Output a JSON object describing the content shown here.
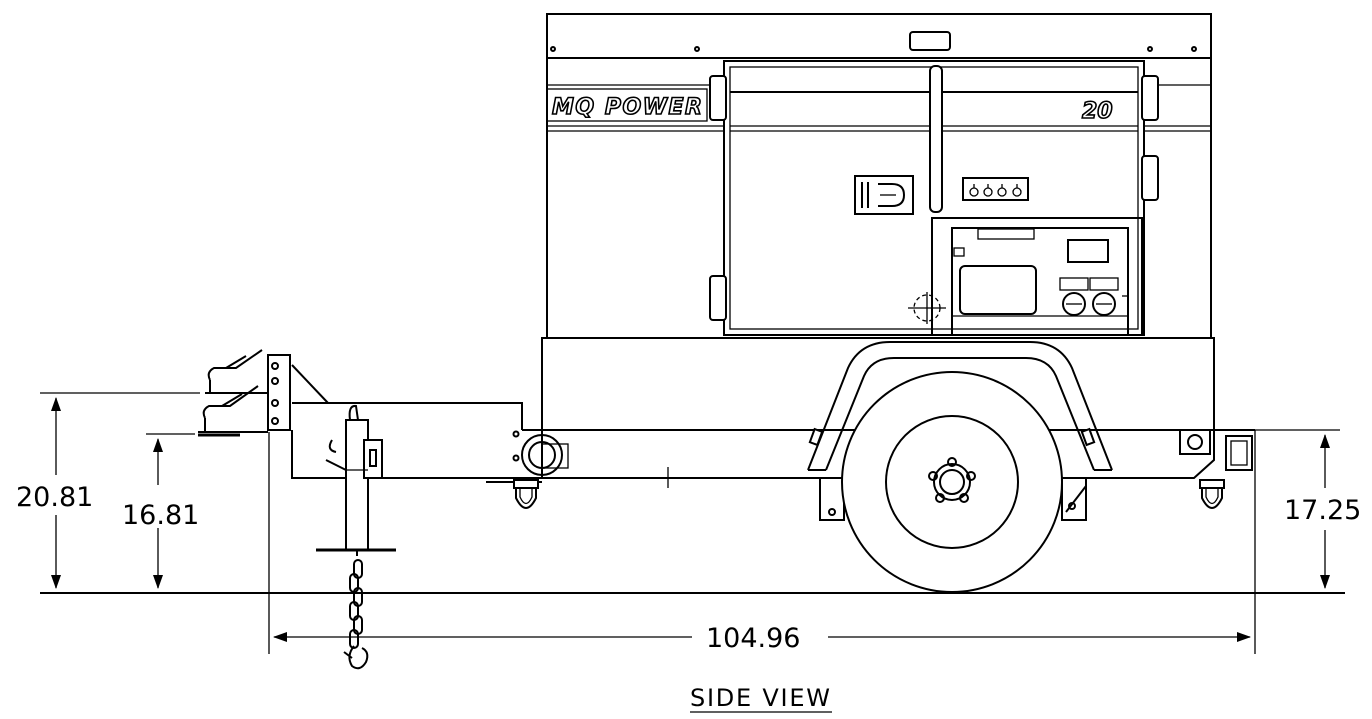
{
  "brand": {
    "logo_text": "MQ POWER",
    "model_number": "20"
  },
  "dimensions": {
    "overall_length": "104.96",
    "hitch_upper_height": "20.81",
    "hitch_lower_height": "16.81",
    "rear_height": "17.25"
  },
  "view_title": "SIDE VIEW"
}
